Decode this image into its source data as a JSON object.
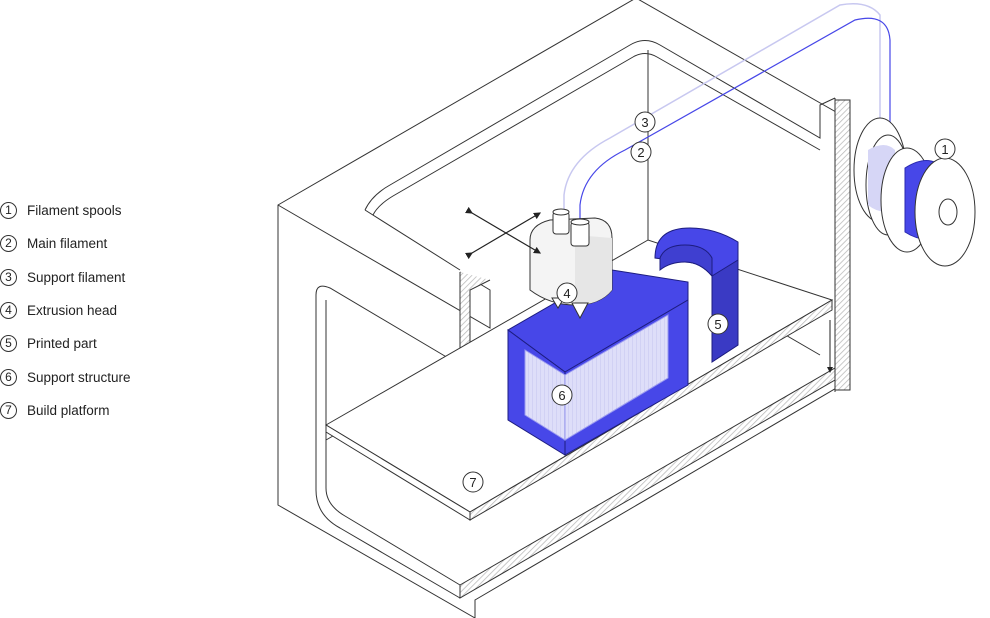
{
  "legend": {
    "items": [
      {
        "num": "1",
        "label": "Filament spools"
      },
      {
        "num": "2",
        "label": "Main filament"
      },
      {
        "num": "3",
        "label": "Support filament"
      },
      {
        "num": "4",
        "label": "Extrusion head"
      },
      {
        "num": "5",
        "label": "Printed part"
      },
      {
        "num": "6",
        "label": "Support structure"
      },
      {
        "num": "7",
        "label": "Build platform"
      }
    ]
  },
  "callouts": {
    "c1": "1",
    "c2": "2",
    "c3": "3",
    "c4": "4",
    "c5": "5",
    "c6": "6",
    "c7": "7"
  },
  "colors": {
    "part_blue": "#4747e8",
    "part_blue_dark": "#3a3ac4",
    "support_light": "#dcdcf8",
    "support_filament": "#c8c8f0",
    "frame_edge": "#333333",
    "hatch": "#d8d8d8"
  }
}
